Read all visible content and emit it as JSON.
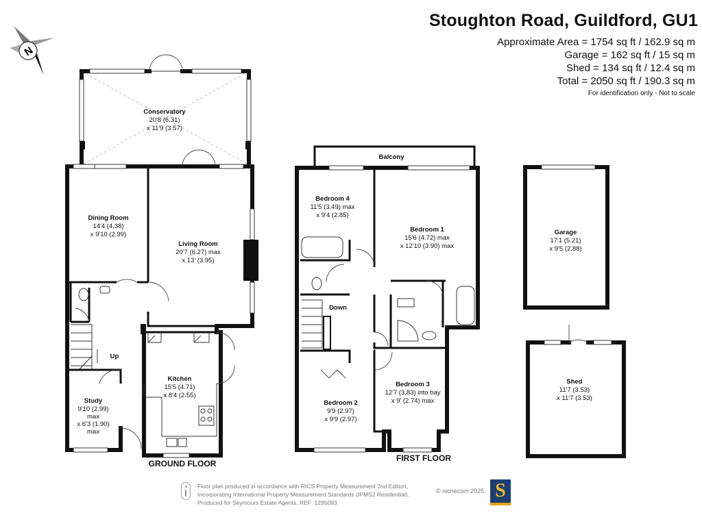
{
  "header": {
    "title": "Stoughton Road, Guildford, GU1",
    "areas": [
      "Approximate Area = 1754 sq ft / 162.9 sq m",
      "Garage = 162 sq ft / 15 sq m",
      "Shed = 134 sq ft / 12.4 sq m",
      "Total = 2050 sq ft / 190.3 sq m"
    ],
    "note": "For identification only - Not to scale"
  },
  "compass": {
    "label": "N"
  },
  "floors": {
    "ground": "GROUND FLOOR",
    "first": "FIRST FLOOR"
  },
  "rooms": {
    "conservatory": {
      "name": "Conservatory",
      "dim1": "20'8 (6.31)",
      "dim2": "x 11'9 (3.57)"
    },
    "dining": {
      "name": "Dining Room",
      "dim1": "14'4 (4.38)",
      "dim2": "x 9'10 (2.99)"
    },
    "living": {
      "name": "Living Room",
      "dim1": "20'7 (6.27) max",
      "dim2": "x 13' (3.95)"
    },
    "kitchen": {
      "name": "Kitchen",
      "dim1": "15'5 (4.71)",
      "dim2": "x 8'4 (2.55)"
    },
    "study": {
      "name": "Study",
      "dim1": "9'10 (2.99)",
      "dim2": "max",
      "dim3": "x 6'3 (1.90)",
      "dim4": "max"
    },
    "up": "Up",
    "down": "Down",
    "balcony": "Balcony",
    "bed4": {
      "name": "Bedroom 4",
      "dim1": "11'5 (3.49) max",
      "dim2": "x 9'4 (2.85)"
    },
    "bed1": {
      "name": "Bedroom 1",
      "dim1": "15'6 (4.72) max",
      "dim2": "x 12'10 (3.90) max"
    },
    "bed2": {
      "name": "Bedroom 2",
      "dim1": "9'9 (2.97)",
      "dim2": "x 9'9 (2.97)"
    },
    "bed3": {
      "name": "Bedroom 3",
      "dim1": "12'7 (3.83) into bay",
      "dim2": "x 9' (2.74) max"
    },
    "garage": {
      "name": "Garage",
      "dim1": "17'1 (5.21)",
      "dim2": "x 9'5 (2.88)"
    },
    "shed": {
      "name": "Shed",
      "dim1": "11'7 (3.53)",
      "dim2": "x 11'7 (3.53)"
    }
  },
  "footer": {
    "line1": "Floor plan produced in accordance with RICS Property Measurement 2nd Edition,",
    "line2": "Incorporating International Property Measurement Standards (IPMS2 Residential).",
    "line3": "Produced for Seymours Estate Agents.   REF: 1295093",
    "copyright": "© nichecom 2025.",
    "logo_letter": "S"
  },
  "colors": {
    "wall": "#111111",
    "glass": "#ffffff",
    "logo_bg": "#1d3f70",
    "logo_accent": "#e8a317"
  }
}
